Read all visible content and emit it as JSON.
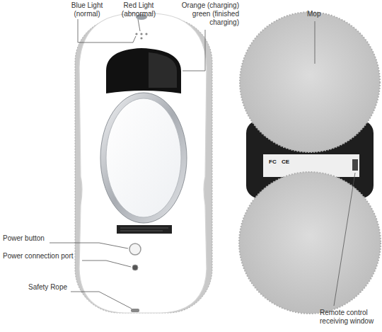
{
  "diagram": {
    "labels": [
      "Blue Light (normal)",
      "Red Light (abnormal)",
      "Orange (charging) green (finished charging)",
      "Mop",
      "Power button",
      "Power connection port",
      "Safety Rope",
      "Remote control receiving window",
      "FC",
      "CE"
    ]
  }
}
